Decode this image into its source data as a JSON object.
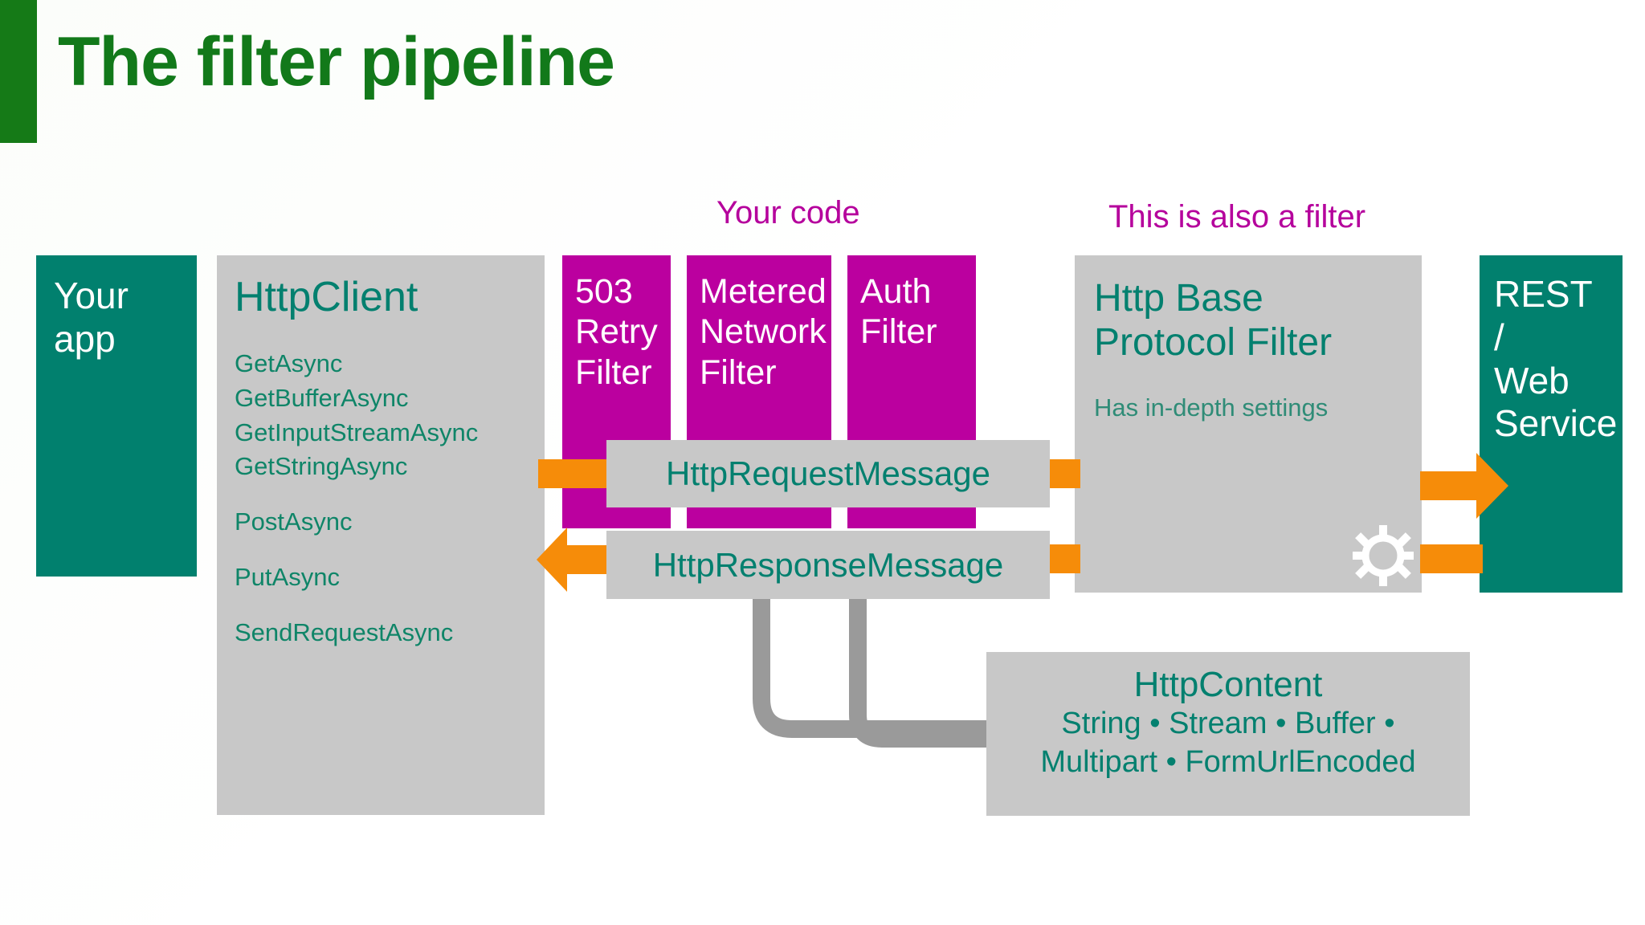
{
  "slide": {
    "title": "The filter pipeline",
    "accent_green": "#12791a",
    "teal": "#01806e",
    "magenta": "#bb009f",
    "orange": "#f68c09",
    "gray": "#c8c8c8"
  },
  "your_app": {
    "line1": "Your",
    "line2": "app"
  },
  "httpclient": {
    "title": "HttpClient",
    "methods_group1": [
      "GetAsync",
      "GetBufferAsync",
      "GetInputStreamAsync",
      "GetStringAsync"
    ],
    "methods_group2": [
      "PostAsync"
    ],
    "methods_group3": [
      "PutAsync"
    ],
    "methods_group4": [
      "SendRequestAsync"
    ]
  },
  "captions": {
    "your_code": "Your code",
    "also_a_filter": "This is also a filter"
  },
  "filters": [
    {
      "id": "filter-503",
      "lines": [
        "503",
        "Retry",
        "Filter"
      ]
    },
    {
      "id": "filter-metered",
      "lines": [
        "Metered",
        "Network",
        "Filter"
      ]
    },
    {
      "id": "filter-auth",
      "lines": [
        "Auth",
        "Filter"
      ]
    }
  ],
  "base_protocol": {
    "line1": "Http Base",
    "line2": "Protocol Filter",
    "subtitle": "Has in-depth settings",
    "icon": "gear-icon"
  },
  "rest_service": {
    "line1": "REST /",
    "line2": "Web",
    "line3": "Service"
  },
  "messages": {
    "request": "HttpRequestMessage",
    "response": "HttpResponseMessage"
  },
  "httpcontent": {
    "title": "HttpContent",
    "line1": "String • Stream • Buffer •",
    "line2": "Multipart • FormUrlEncoded"
  }
}
